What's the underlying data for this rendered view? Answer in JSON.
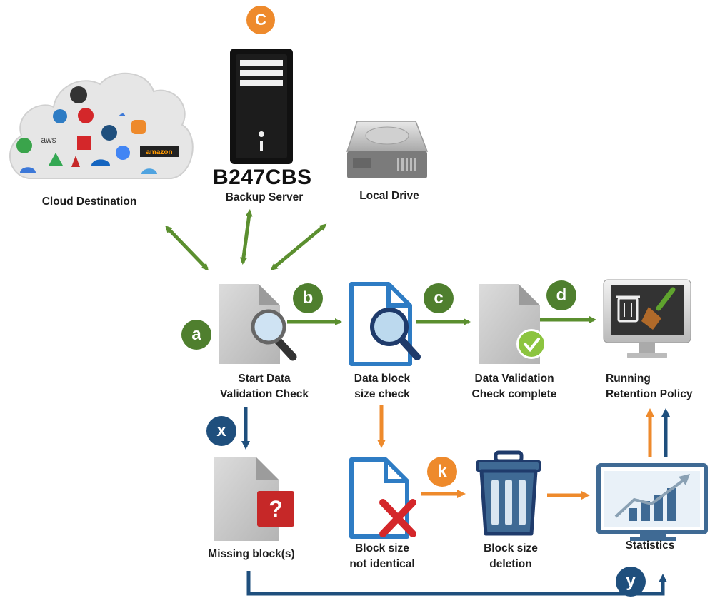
{
  "colors": {
    "green": "#5b8f2f",
    "orange": "#ee8a2c",
    "navy": "#1f4f7d",
    "doc_gray": "#c8c8c8",
    "doc_blue": "#2e7cc4",
    "error_red": "#d4272a"
  },
  "brand": {
    "name": "B247CBS"
  },
  "nodes": {
    "cloud": {
      "lines": [
        "Cloud Destination"
      ],
      "icon": "cloud-services-icon"
    },
    "server": {
      "lines": [
        "Backup Server"
      ],
      "icon": "server-tower-icon"
    },
    "local": {
      "lines": [
        "Local Drive"
      ],
      "icon": "hard-drive-icon"
    },
    "start": {
      "lines": [
        "Start Data",
        "Validation Check"
      ],
      "icon": "document-search-icon"
    },
    "blockcheck": {
      "lines": [
        "Data block",
        "size check"
      ],
      "icon": "document-magnifier-icon"
    },
    "complete": {
      "lines": [
        "Data Validation",
        "Check complete"
      ],
      "icon": "document-check-icon"
    },
    "retention": {
      "lines": [
        "Running",
        "Retention Policy"
      ],
      "icon": "monitor-trash-broom-icon"
    },
    "missing": {
      "lines": [
        "Missing block(s)"
      ],
      "icon": "document-question-icon"
    },
    "notident": {
      "lines": [
        "Block size",
        "not identical"
      ],
      "icon": "document-cross-icon"
    },
    "deletion": {
      "lines": [
        "Block size",
        "deletion"
      ],
      "icon": "trash-bin-icon"
    },
    "statistics": {
      "lines": [
        "Statistics"
      ],
      "icon": "monitor-chart-icon"
    }
  },
  "badges": {
    "c_top": "C",
    "a": "a",
    "b": "b",
    "c": "c",
    "d": "d",
    "x": "x",
    "k": "k",
    "y": "y"
  }
}
